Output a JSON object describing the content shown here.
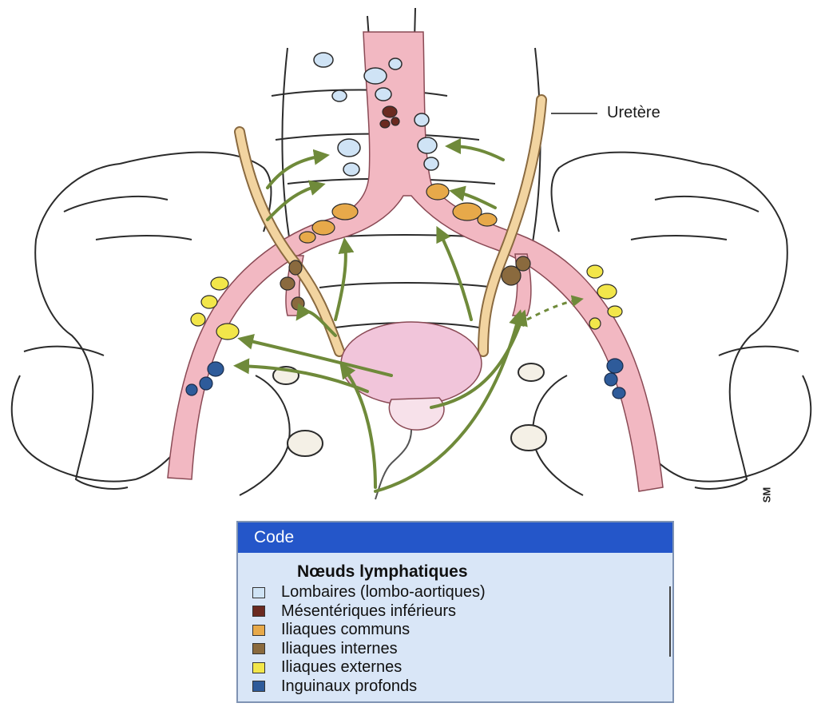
{
  "labels": {
    "ureter": "Uretère",
    "signature": "SM"
  },
  "legend": {
    "header": "Code",
    "title": "Nœuds lymphatiques",
    "items": [
      {
        "label": "Lombaires (lombo-aortiques)",
        "color": "#cfe3f5"
      },
      {
        "label": "Mésentériques inférieurs",
        "color": "#6b2a20"
      },
      {
        "label": "Iliaques communs",
        "color": "#e7a94a"
      },
      {
        "label": "Iliaques internes",
        "color": "#8a6a3e"
      },
      {
        "label": "Iliaques externes",
        "color": "#f2e64a"
      },
      {
        "label": "Inguinaux profonds",
        "color": "#2e5b9a"
      }
    ]
  },
  "colors": {
    "vessel": "#f2b8c2",
    "vessel_outline": "#8a4a55",
    "ureter": "#f2d4a0",
    "bladder": "#f1c5da",
    "arrow": "#6f8a3a",
    "bone_line": "#2b2b2b",
    "legend_bg": "#d9e6f7",
    "legend_header": "#2456c9"
  }
}
